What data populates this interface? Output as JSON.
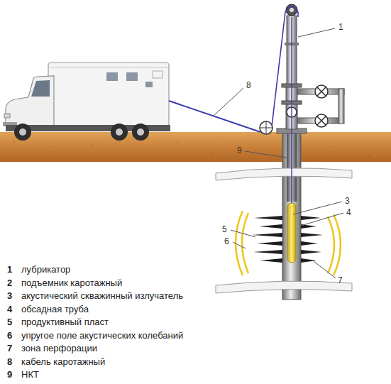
{
  "diagram": {
    "labels": [
      "1",
      "8",
      "9",
      "3",
      "4",
      "5",
      "6",
      "7",
      "1",
      "лубрикатор",
      "2",
      "подъемник каротажный",
      "3",
      "акустический скважинный излучатель",
      "4",
      "обсадная труба",
      "5",
      "продуктивный пласт",
      "6",
      "упругое поле акустических колебаний",
      "7",
      "зона перфорации",
      "8",
      "кабель каротажный",
      "9",
      "НКТ"
    ]
  }
}
